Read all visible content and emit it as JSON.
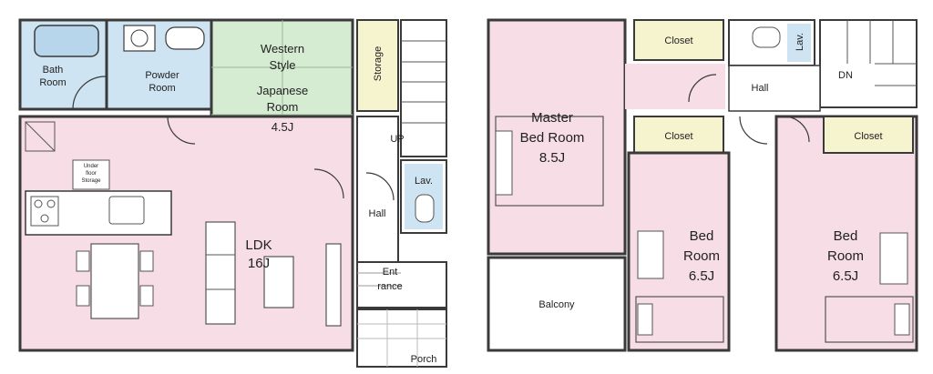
{
  "colors": {
    "wall": "#3a3a3a",
    "pink": "#f6dde6",
    "blue": "#cfe4f2",
    "green": "#d5ebd2",
    "cream": "#f6f3cf",
    "white": "#ffffff"
  },
  "floor1": {
    "bath": [
      "Bath",
      "Room"
    ],
    "powder": [
      "Powder",
      "Room"
    ],
    "western": [
      "Western",
      "Style",
      "Japanese",
      "Room",
      "4.5J"
    ],
    "storage": "Storage",
    "under_floor": [
      "Under",
      "floor",
      "Storage"
    ],
    "ldk": [
      "LDK",
      "16J"
    ],
    "up": "UP",
    "hall": "Hall",
    "lav": "Lav.",
    "entrance": [
      "Ent",
      "rance"
    ],
    "porch": "Porch"
  },
  "floor2": {
    "closet_top": "Closet",
    "lav": "Lav.",
    "hall": "Hall",
    "dn": "DN",
    "master": [
      "Master",
      "Bed Room",
      "8.5J"
    ],
    "closet_mid": "Closet",
    "closet_right": "Closet",
    "bed1": [
      "Bed",
      "Room",
      "6.5J"
    ],
    "bed2": [
      "Bed",
      "Room",
      "6.5J"
    ],
    "balcony": "Balcony"
  }
}
